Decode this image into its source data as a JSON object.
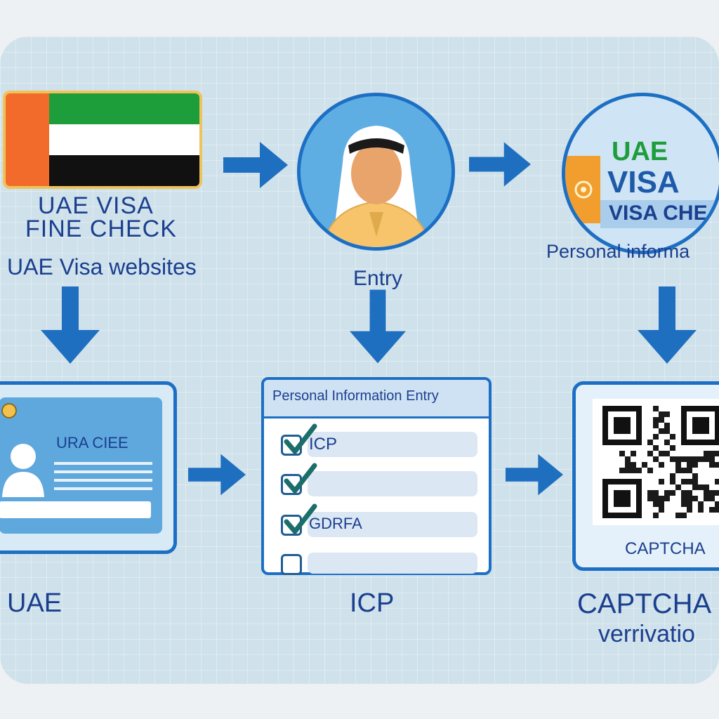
{
  "diagram": {
    "labels": {
      "title_line1": "UAE VISA",
      "title_line2": "FINE CHECK",
      "websites": "UAE Visa websites",
      "entry": "Entry",
      "personal_info": "Personal informa",
      "uae": "UAE",
      "icp": "ICP",
      "captcha": "CAPTCHA",
      "verification": "verrivatio"
    },
    "visa_badge": {
      "line1": "UAE",
      "line2": "VISA",
      "line3": "VISA CHE"
    },
    "id_card": {
      "text": "URA CIEE"
    },
    "form": {
      "header": "Personal Information Entry",
      "rows": [
        {
          "text": "ICP",
          "checked": "yes"
        },
        {
          "text": "",
          "checked": "yes"
        },
        {
          "text": "GDRFA",
          "checked": "yes"
        },
        {
          "text": "",
          "checked": "no"
        }
      ]
    },
    "captcha_card": {
      "text": "CAPTCHA"
    },
    "colors": {
      "accent_blue": "#1d6fc4",
      "arrow_blue": "#1f6fc0",
      "text_navy": "#1a3f8f",
      "background": "#cfe1ea",
      "flag_red": "#f26b2a",
      "flag_green": "#1e9d3b"
    },
    "icons": [
      "uae-flag-icon",
      "user-avatar-icon",
      "visa-badge-icon",
      "id-card-icon",
      "checkbox-icon",
      "qr-code-icon",
      "arrow-right-icon",
      "arrow-down-icon"
    ]
  }
}
